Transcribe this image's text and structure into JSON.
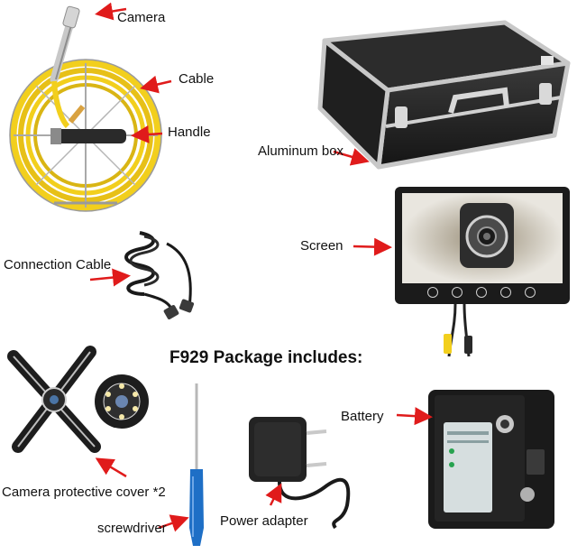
{
  "package_title": "F929 Package includes:",
  "items": {
    "camera": "Camera",
    "cable": "Cable",
    "handle": "Handle",
    "aluminum_box": "Aluminum box",
    "screen": "Screen",
    "connection_cable": "Connection Cable",
    "protective_cover": "Camera protective cover *2",
    "battery": "Battery",
    "power_adapter": "Power adapter",
    "screwdriver": "screwdriver"
  },
  "screen_buttons": [
    "menu-icon",
    "power-icon",
    "select-icon",
    "minus-icon",
    "plus-icon"
  ],
  "colors": {
    "arrow": "#e01b1b",
    "cable_yellow": "#f2cf1d",
    "box_dark": "#1f1f1f",
    "battery_body": "#1a1a1a",
    "screwdriver_blue": "#1e6fc6",
    "battery_panel": "#d6dedf"
  }
}
